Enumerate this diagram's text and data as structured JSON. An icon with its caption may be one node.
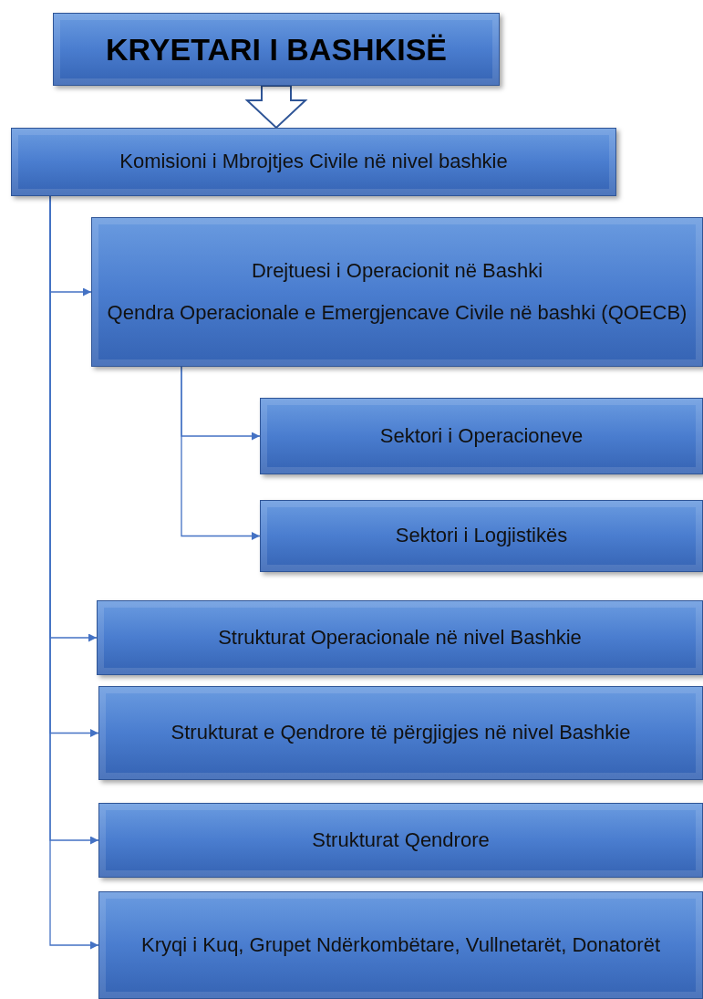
{
  "diagram": {
    "nodes": [
      {
        "text": [
          "KRYETARI I BASHKISË"
        ]
      },
      {
        "text": [
          "Komisioni  i Mbrojtjes Civile në nivel bashkie"
        ]
      },
      {
        "text": [
          "Drejtuesi i Operacionit në Bashki",
          "Qendra Operacionale e Emergjencave Civile në bashki (QOECB)"
        ]
      },
      {
        "text": [
          "Sektori i Operacioneve"
        ]
      },
      {
        "text": [
          "Sektori i Logjistikës"
        ]
      },
      {
        "text": [
          "Strukturat Operacionale në nivel Bashkie"
        ]
      },
      {
        "text": [
          "Strukturat e Qendrore të përgjigjes në nivel Bashkie"
        ]
      },
      {
        "text": [
          "Strukturat Qendrore"
        ]
      },
      {
        "text": [
          "Kryqi i Kuq, Grupet Ndërkombëtare, Vullnetarët, Donatorët"
        ]
      }
    ],
    "edges": [
      {
        "from": 0,
        "to": 1,
        "arrow": "to",
        "style": "thick"
      },
      {
        "from": 1,
        "to": 2,
        "arrow": "to"
      },
      {
        "from": 2,
        "to": 3,
        "arrow": "to"
      },
      {
        "from": 2,
        "to": 4,
        "arrow": "to"
      },
      {
        "from": 1,
        "to": 5,
        "arrow": "to"
      },
      {
        "from": 1,
        "to": 6,
        "arrow": "to"
      },
      {
        "from": 1,
        "to": 7,
        "arrow": "to"
      },
      {
        "from": 1,
        "to": 8,
        "arrow": "to"
      }
    ]
  }
}
